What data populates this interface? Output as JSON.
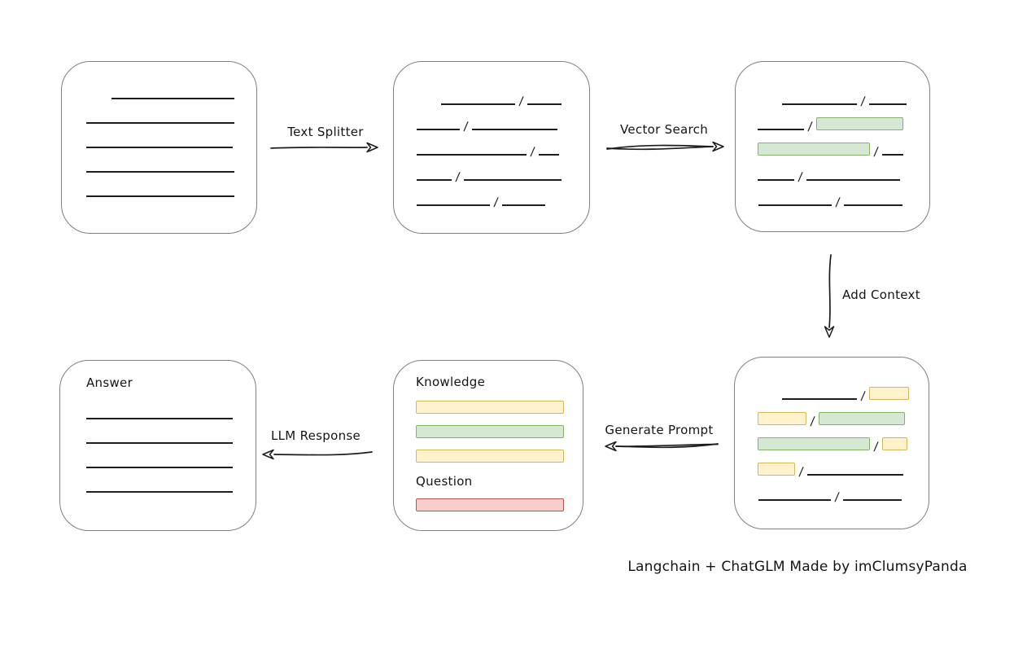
{
  "diagram": {
    "caption": "Langchain + ChatGLM Made by imClumsyPanda",
    "separator": "/",
    "colors": {
      "line": "#1f1f1f",
      "box_border": "#7f7f7f",
      "green_fill": "#d5e8d4",
      "green_border": "#82b366",
      "yellow_fill": "#fff2cc",
      "yellow_border": "#d6b656",
      "red_fill": "#f8cecc",
      "red_border": "#b85450"
    },
    "arrows": {
      "text_splitter": {
        "label": "Text Splitter",
        "direction": "right"
      },
      "vector_search": {
        "label": "Vector Search",
        "direction": "right"
      },
      "add_context": {
        "label": "Add Context",
        "direction": "down"
      },
      "generate_prompt": {
        "label": "Generate Prompt",
        "direction": "left"
      },
      "llm_response": {
        "label": "LLM Response",
        "direction": "left"
      }
    },
    "boxes": {
      "document": {
        "lines": [
          {
            "indent": 61,
            "w": 151
          },
          {
            "indent": 30,
            "w": 182
          },
          {
            "indent": 30,
            "w": 180
          },
          {
            "indent": 30,
            "w": 182
          },
          {
            "indent": 30,
            "w": 182
          }
        ]
      },
      "chunks": {
        "rows": [
          {
            "indent": 58,
            "segments": [
              {
                "kind": "line",
                "w": 91
              },
              {
                "kind": "line",
                "w": 42
              }
            ]
          },
          {
            "indent": 28,
            "segments": [
              {
                "kind": "line",
                "w": 53
              },
              {
                "kind": "line",
                "w": 105
              }
            ]
          },
          {
            "indent": 28,
            "segments": [
              {
                "kind": "line",
                "w": 135
              },
              {
                "kind": "line",
                "w": 25
              }
            ]
          },
          {
            "indent": 28,
            "segments": [
              {
                "kind": "line",
                "w": 43
              },
              {
                "kind": "line",
                "w": 120
              }
            ]
          },
          {
            "indent": 28,
            "segments": [
              {
                "kind": "line",
                "w": 90
              },
              {
                "kind": "line",
                "w": 53
              }
            ]
          }
        ]
      },
      "matched_chunks": {
        "rows": [
          {
            "indent": 57,
            "segments": [
              {
                "kind": "line",
                "w": 92
              },
              {
                "kind": "line",
                "w": 46
              }
            ]
          },
          {
            "indent": 27,
            "segments": [
              {
                "kind": "line",
                "w": 57
              },
              {
                "kind": "green",
                "w": 107
              }
            ]
          },
          {
            "indent": 27,
            "segments": [
              {
                "kind": "green",
                "w": 138
              },
              {
                "kind": "line",
                "w": 26
              }
            ]
          },
          {
            "indent": 27,
            "segments": [
              {
                "kind": "line",
                "w": 45
              },
              {
                "kind": "line",
                "w": 115
              }
            ]
          },
          {
            "indent": 28,
            "segments": [
              {
                "kind": "line",
                "w": 90
              },
              {
                "kind": "line",
                "w": 72
              }
            ]
          }
        ]
      },
      "context_chunks": {
        "rows": [
          {
            "indent": 58,
            "segments": [
              {
                "kind": "line",
                "w": 92
              },
              {
                "kind": "yellow",
                "w": 49
              }
            ]
          },
          {
            "indent": 28,
            "segments": [
              {
                "kind": "yellow",
                "w": 60
              },
              {
                "kind": "green",
                "w": 106
              }
            ]
          },
          {
            "indent": 28,
            "segments": [
              {
                "kind": "green",
                "w": 138
              },
              {
                "kind": "yellow",
                "w": 31
              }
            ]
          },
          {
            "indent": 28,
            "segments": [
              {
                "kind": "yellow",
                "w": 46
              },
              {
                "kind": "line",
                "w": 118
              }
            ]
          },
          {
            "indent": 29,
            "segments": [
              {
                "kind": "line",
                "w": 89
              },
              {
                "kind": "line",
                "w": 72
              }
            ]
          }
        ]
      },
      "prompt": {
        "knowledge_label": "Knowledge",
        "question_label": "Question",
        "knowledge_bars": [
          "yellow",
          "green",
          "yellow"
        ],
        "question_bars": [
          "red"
        ]
      },
      "answer": {
        "label": "Answer",
        "lines": [
          {
            "indent": 0,
            "w": 180
          },
          {
            "indent": 0,
            "w": 180
          },
          {
            "indent": 0,
            "w": 180
          },
          {
            "indent": 0,
            "w": 180
          }
        ]
      }
    }
  }
}
